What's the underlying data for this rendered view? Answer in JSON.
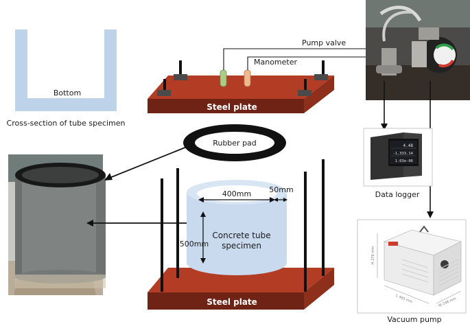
{
  "labels": {
    "bottom": "Bottom",
    "cross_section": "Cross-section of tube specimen",
    "pump_valve": "Pump valve",
    "manometer": "Manometer",
    "steel_plate_top": "Steel plate",
    "steel_plate_bottom": "Steel plate",
    "rubber_pad": "Rubber pad",
    "dim_400": "400mm",
    "dim_50": "50mm",
    "dim_500": "500mm",
    "specimen_line1": "Concrete tube",
    "specimen_line2": "specimen",
    "data_logger": "Data logger",
    "vacuum_pump": "Vacuum pump"
  },
  "logger_screen": {
    "r1": "4.48",
    "r2": "-1,333.14",
    "r3": "1.03e-06"
  },
  "pump_dims": {
    "h": "H 276 mm",
    "l": "L 465 mm",
    "w": "W 248 mm"
  },
  "colors": {
    "steel_top": "#b33d24",
    "steel_side": "#6e2314",
    "tube_fill": "#c9daef",
    "section_fill": "#bed3ea",
    "rubber": "#111111"
  }
}
